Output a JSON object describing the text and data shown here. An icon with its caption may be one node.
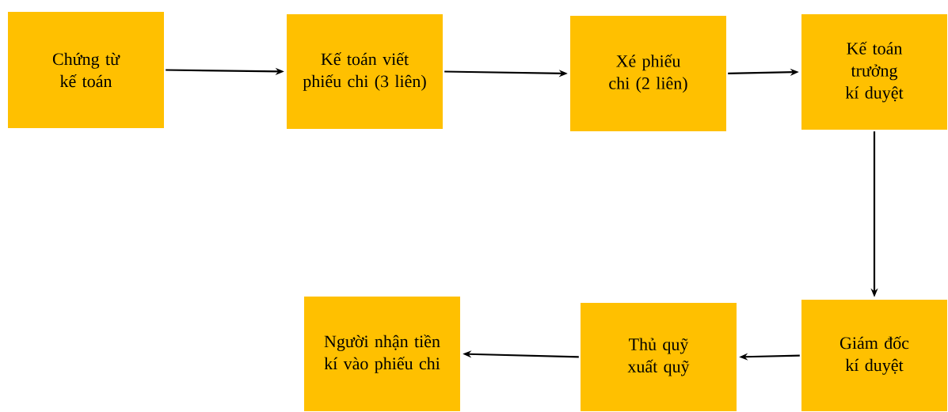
{
  "diagram": {
    "nodes": [
      {
        "text": [
          "Chứng từ kế toán"
        ]
      },
      {
        "text": [
          "Kế toán viết phiếu chi (3 liên)"
        ]
      },
      {
        "text": [
          "Xé phiếu chi (2 liên)"
        ]
      },
      {
        "text": [
          "Kế toán trưởng kí duyệt"
        ]
      },
      {
        "text": [
          "Giám đốc kí duyệt"
        ]
      },
      {
        "text": [
          "Thủ quỹ xuất quỹ"
        ]
      },
      {
        "text": [
          "Người nhận tiền kí vào phiếu chi"
        ]
      }
    ],
    "edges": [
      {
        "from": 0,
        "to": 1,
        "arrow": "to"
      },
      {
        "from": 1,
        "to": 2,
        "arrow": "to"
      },
      {
        "from": 2,
        "to": 3,
        "arrow": "to"
      },
      {
        "from": 3,
        "to": 4,
        "arrow": "to"
      },
      {
        "from": 4,
        "to": 5,
        "arrow": "to"
      },
      {
        "from": 5,
        "to": 6,
        "arrow": "to"
      }
    ]
  }
}
